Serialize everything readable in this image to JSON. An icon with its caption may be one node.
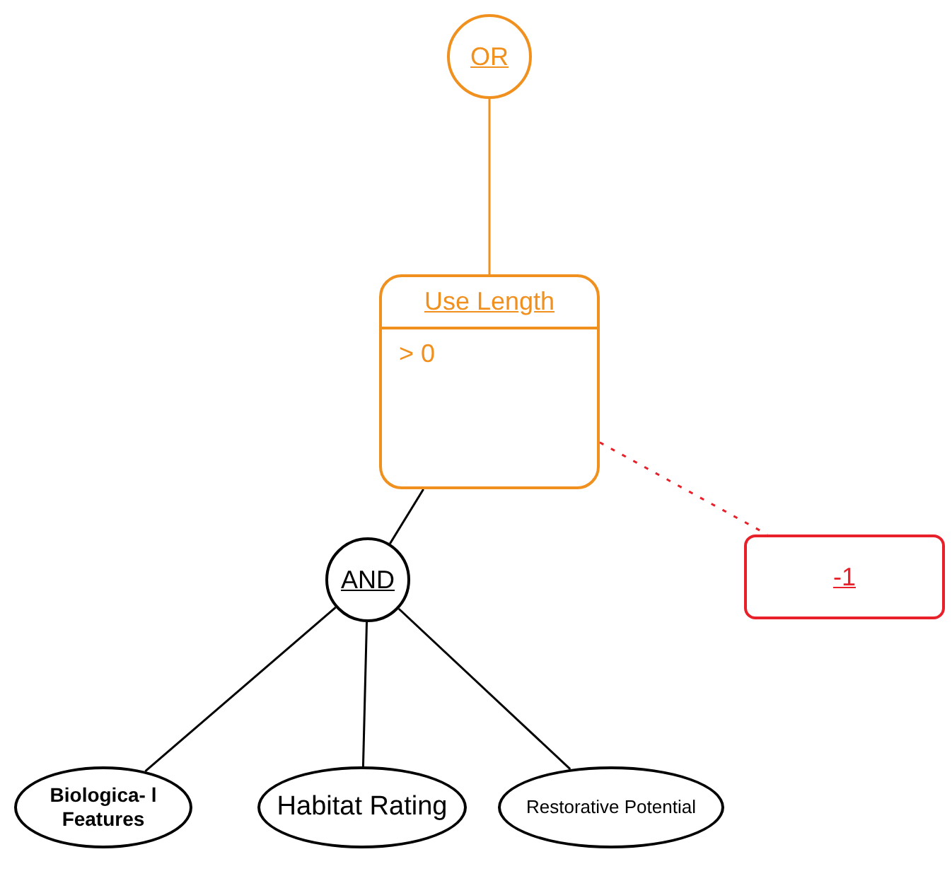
{
  "diagram": {
    "nodes": [
      {
        "text": [
          "OR"
        ]
      },
      {
        "text": [
          "Use Length",
          "> 0"
        ]
      },
      {
        "text": [
          "-1"
        ]
      },
      {
        "text": [
          "AND"
        ]
      },
      {
        "text": [
          "Biologica- l Features"
        ]
      },
      {
        "text": [
          "Habitat Rating"
        ]
      },
      {
        "text": [
          "Restorative Potential"
        ]
      }
    ],
    "edges": [
      {
        "from": 0,
        "to": 1,
        "arrow": "none",
        "color": "#f0901e"
      },
      {
        "from": 1,
        "to": 2,
        "arrow": "none",
        "style": "dashed",
        "color": "#e8202a"
      },
      {
        "from": 1,
        "to": 3,
        "arrow": "none"
      },
      {
        "from": 3,
        "to": 4,
        "arrow": "none"
      },
      {
        "from": 3,
        "to": 5,
        "arrow": "none"
      },
      {
        "from": 3,
        "to": 6,
        "arrow": "none"
      }
    ]
  }
}
